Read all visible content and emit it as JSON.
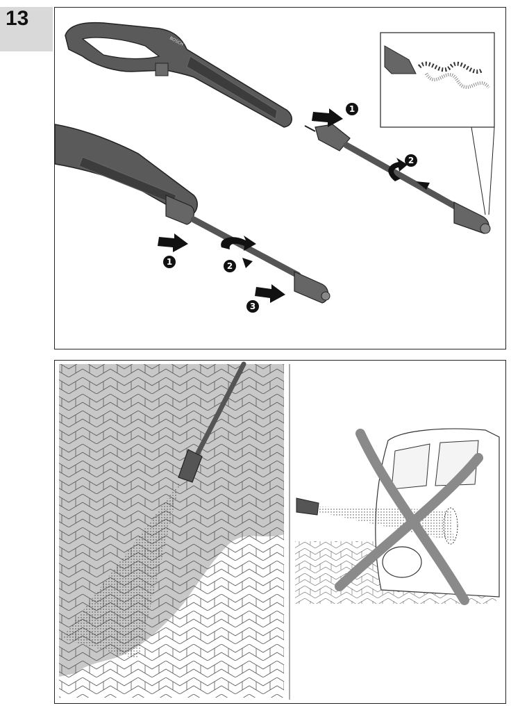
{
  "page": {
    "number": "13",
    "tab_color": "#d9d9d9"
  },
  "assembly_figure": {
    "steps_attach_lance": [
      "1",
      "2"
    ],
    "steps_detach_lance": [
      "1",
      "2",
      "3"
    ],
    "handle_brand_mark": "BOSCH",
    "colors": {
      "tool_body": "#555555",
      "tool_dark": "#333333",
      "arrow": "#111111"
    }
  },
  "usage_figure": {
    "left_scene": "correct-use-paving",
    "right_scene": "incorrect-use-car",
    "cross_color": "#8a8a8a",
    "paving_color": "#c8c8c8"
  }
}
